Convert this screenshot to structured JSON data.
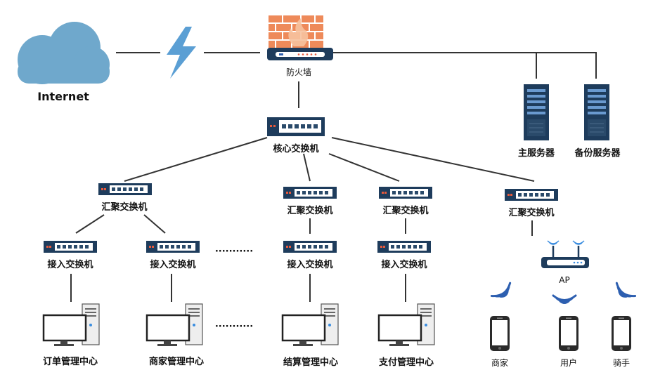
{
  "labels": {
    "internet": "Internet",
    "firewall": "防火墙",
    "core_switch": "核心交换机",
    "agg_switch_1": "汇聚交换机",
    "agg_switch_2": "汇聚交换机",
    "agg_switch_3": "汇聚交换机",
    "agg_switch_4": "汇聚交换机",
    "access_switch_1": "接入交换机",
    "access_switch_2": "接入交换机",
    "access_switch_3": "接入交换机",
    "access_switch_4": "接入交换机",
    "main_server": "主服务器",
    "backup_server": "备份服务器",
    "ap": "AP",
    "order_center": "订单管理中心",
    "merchant_center": "商家管理中心",
    "settlement_center": "结算管理中心",
    "payment_center": "支付管理中心",
    "merchant_phone": "商家",
    "user_phone": "用户",
    "rider_phone": "骑手",
    "ellipsis_top": "···········",
    "ellipsis_bottom": "···········"
  },
  "colors": {
    "cloud": "#6fa8cc",
    "lightning": "#5b9fd4",
    "firewall_brick": "#ee8a5a",
    "switch_body": "#1e3c5c",
    "server_body": "#1e3c5c",
    "wifi": "#2d5fb0",
    "line": "#333333"
  }
}
